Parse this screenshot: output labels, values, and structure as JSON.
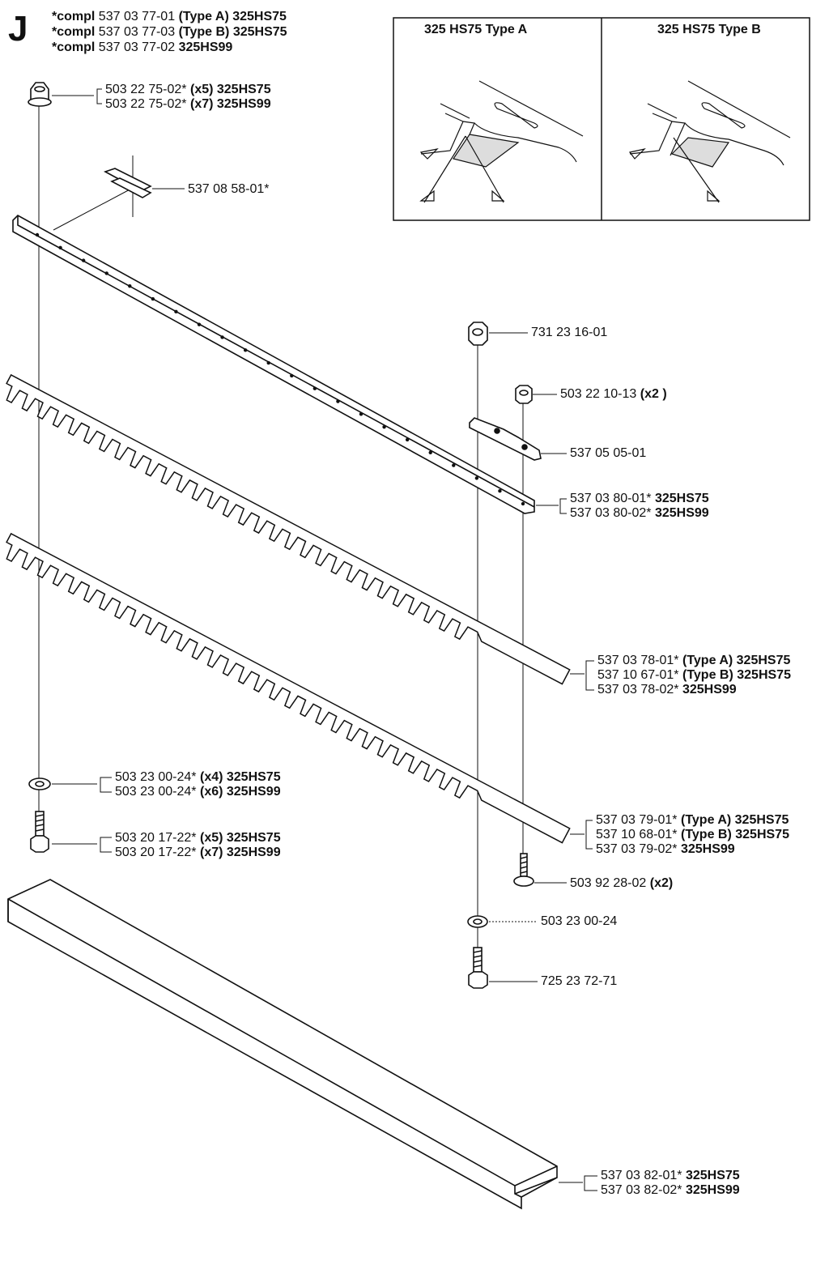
{
  "section": "J",
  "compl": [
    {
      "prefix": "*compl",
      "part": "537 03 77-01",
      "suffix": "(Type A) 325HS75"
    },
    {
      "prefix": "*compl",
      "part": "537 03 77-03",
      "suffix": "(Type B) 325HS75"
    },
    {
      "prefix": "*compl",
      "part": "537 03 77-02",
      "suffix": "325HS99"
    }
  ],
  "inset": {
    "type_a": "325 HS75 Type A",
    "type_b": "325 HS75 Type B"
  },
  "labels": {
    "nut_left": [
      {
        "part": "503 22 75-02*",
        "suffix": "(x5) 325HS75"
      },
      {
        "part": "503 22 75-02*",
        "suffix": "(x7) 325HS99"
      }
    ],
    "spacer_plate": {
      "part": "537 08 58-01*"
    },
    "nut_right": {
      "part": "731 23 16-01"
    },
    "nut_small": {
      "part": "503 22 10-13",
      "suffix": "(x2 )"
    },
    "bracket": {
      "part": "537 05 05-01"
    },
    "bar": [
      {
        "part": "537 03 80-01*",
        "suffix": "325HS75"
      },
      {
        "part": "537 03 80-02*",
        "suffix": "325HS99"
      }
    ],
    "blade_upper": [
      {
        "part": "537 03 78-01*",
        "suffix": "(Type A) 325HS75"
      },
      {
        "part": "537 10 67-01*",
        "suffix": "(Type B) 325HS75"
      },
      {
        "part": "537 03 78-02*",
        "suffix": "325HS99"
      }
    ],
    "washer_left": [
      {
        "part": "503 23 00-24*",
        "suffix": "(x4) 325HS75"
      },
      {
        "part": "503 23 00-24*",
        "suffix": "(x6) 325HS99"
      }
    ],
    "blade_lower": [
      {
        "part": "537 03 79-01*",
        "suffix": "(Type A) 325HS75"
      },
      {
        "part": "537 10 68-01*",
        "suffix": "(Type B) 325HS75"
      },
      {
        "part": "537 03 79-02*",
        "suffix": "325HS99"
      }
    ],
    "screw_left": [
      {
        "part": "503 20 17-22*",
        "suffix": "(x5) 325HS75"
      },
      {
        "part": "503 20 17-22*",
        "suffix": "(x7) 325HS99"
      }
    ],
    "screw_small": {
      "part": "503 92 28-02",
      "suffix": "(x2)"
    },
    "washer_right": {
      "part": "503 23 00-24"
    },
    "screw_right": {
      "part": "725 23 72-71"
    },
    "guard": [
      {
        "part": "537 03 82-01*",
        "suffix": "325HS75"
      },
      {
        "part": "537 03 82-02*",
        "suffix": "325HS99"
      }
    ]
  }
}
